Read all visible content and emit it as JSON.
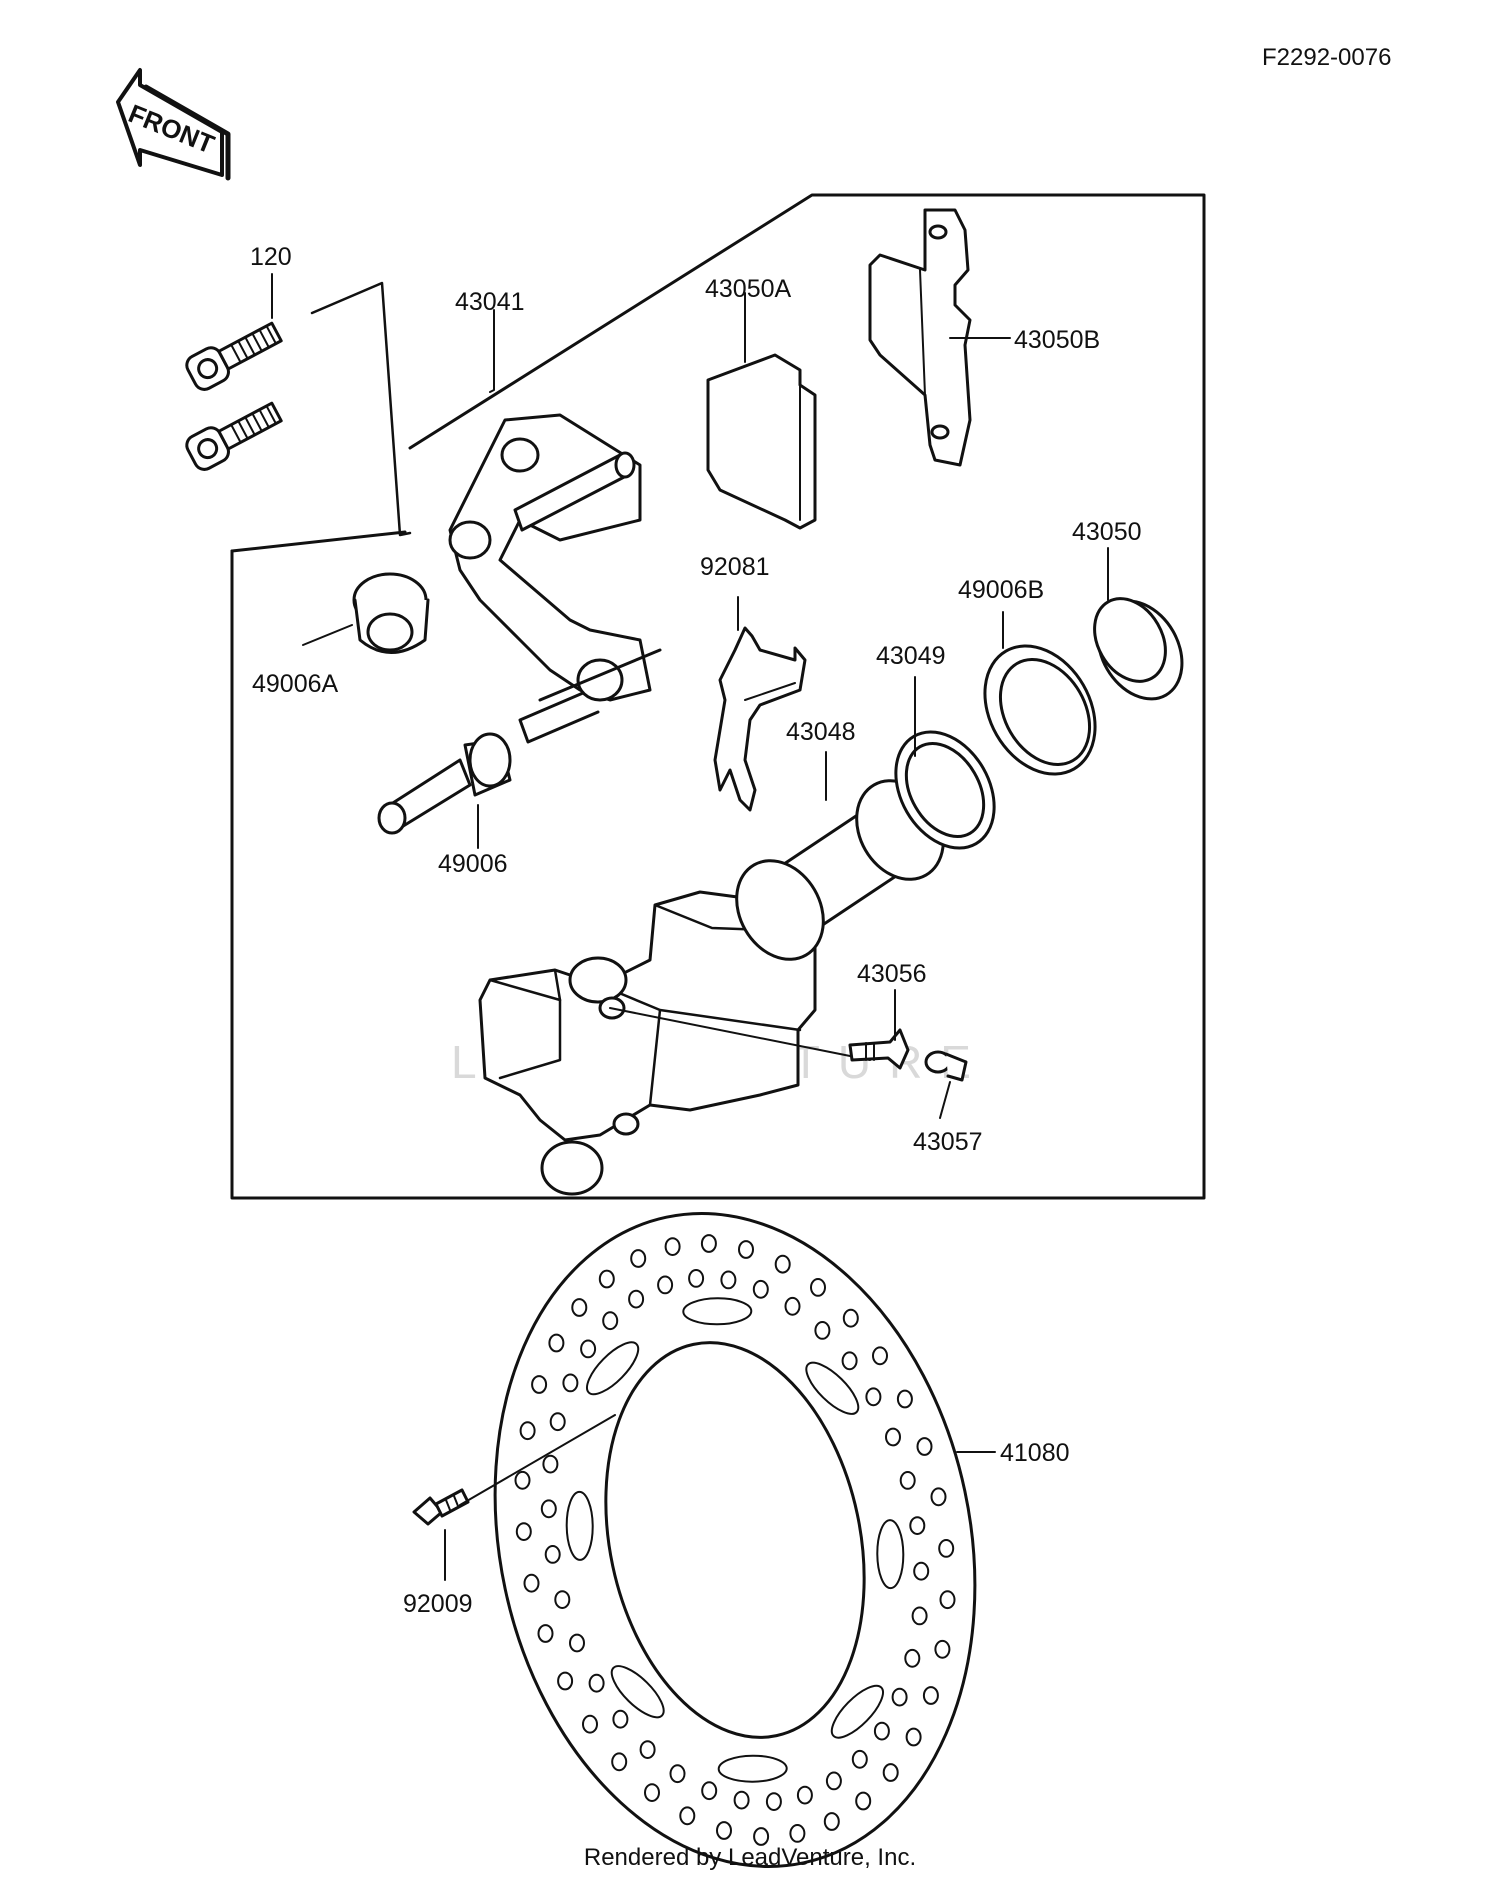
{
  "diagram_code": "F2292-0076",
  "direction_badge": "FRONT",
  "watermark": "LEADVENTURE",
  "footer_credit": "Rendered by LeadVenture, Inc.",
  "parts": {
    "bolt": "120",
    "caliper_bracket": "43041",
    "pad_a": "43050A",
    "pad_b": "43050B",
    "seal_cap": "43050",
    "boot_b": "49006B",
    "pin_boot_a": "49006A",
    "spring": "92081",
    "piston_seal": "43049",
    "piston": "43048",
    "slide_pin_boot": "49006",
    "bleed_valve": "43056",
    "bleed_cap": "43057",
    "disc": "41080",
    "disc_screw": "92009"
  }
}
